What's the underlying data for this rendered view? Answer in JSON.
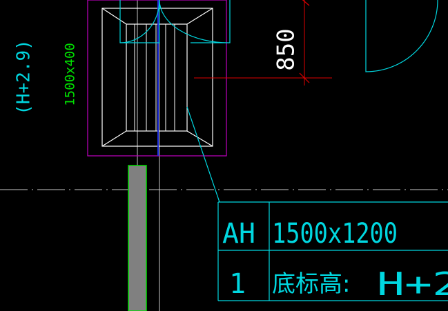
{
  "colors": {
    "background": "#000000",
    "cyan": "#00d7e0",
    "green": "#00e000",
    "white": "#ffffff",
    "red": "#e00000",
    "magenta": "#c000c0",
    "blue": "#2030e0",
    "gray_fill": "#808080",
    "centerline": "#c8c8c8"
  },
  "labels": {
    "elevation_vertical": "(H+2.9)",
    "size_vertical": "1500x400",
    "dimension": "850"
  },
  "table": {
    "row1_col1": "AH",
    "row1_col2": "1500x1200",
    "row2_col1": "1",
    "row2_col2": "底标高:",
    "row2_col3": "H+2"
  }
}
